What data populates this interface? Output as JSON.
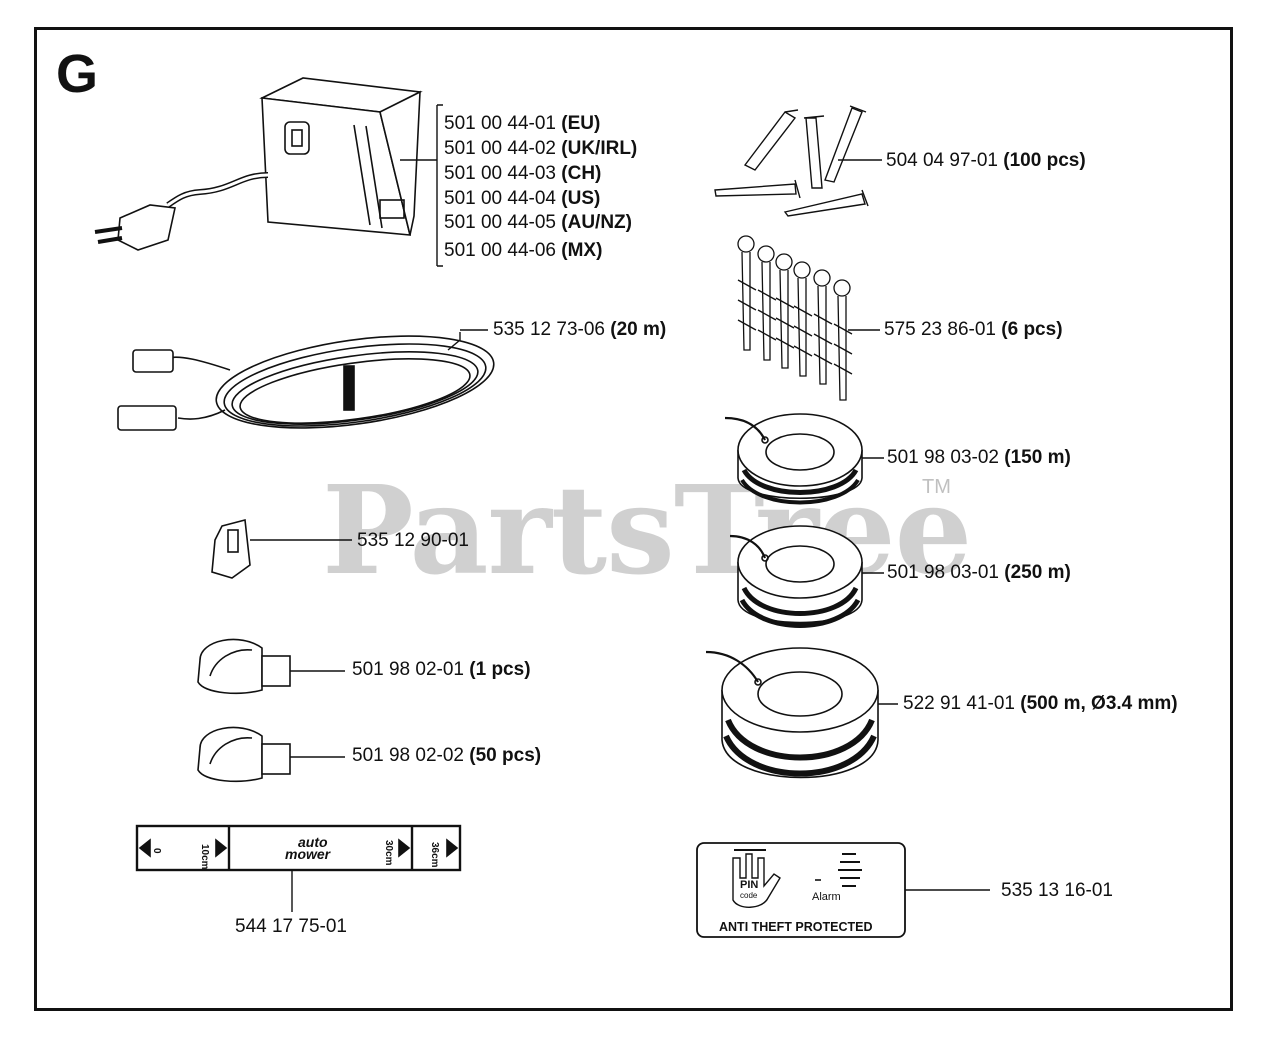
{
  "section_letter": "G",
  "watermark": {
    "text": "PartsTree",
    "tm": "TM"
  },
  "parts": {
    "power_supply": [
      {
        "number": "501 00 44-01",
        "note": "(EU)"
      },
      {
        "number": "501 00 44-02",
        "note": "(UK/IRL)"
      },
      {
        "number": "501 00 44-03",
        "note": "(CH)"
      },
      {
        "number": "501 00 44-04",
        "note": "(US)"
      },
      {
        "number": "501 00 44-05",
        "note": "(AU/NZ)"
      },
      {
        "number": "501 00 44-06",
        "note": "(MX)"
      }
    ],
    "low_voltage_cable": {
      "number": "535 12 73-06",
      "note": "(20 m)"
    },
    "connector": {
      "number": "535 12 90-01",
      "note": ""
    },
    "coupler_1": {
      "number": "501 98 02-01",
      "note": "(1 pcs)"
    },
    "coupler_50": {
      "number": "501 98 02-02",
      "note": "(50 pcs)"
    },
    "measure_ruler": {
      "number": "544 17 75-01",
      "note": ""
    },
    "pegs": {
      "number": "504 04 97-01",
      "note": "(100 pcs)"
    },
    "screws": {
      "number": "575 23 86-01",
      "note": "(6 pcs)"
    },
    "wire_150": {
      "number": "501 98 03-02",
      "note": "(150 m)"
    },
    "wire_250": {
      "number": "501 98 03-01",
      "note": "(250 m)"
    },
    "wire_500": {
      "number": "522 91 41-01",
      "note": "(500 m, Ø3.4 mm)"
    },
    "theft_sticker": {
      "number": "535 13 16-01",
      "note": ""
    }
  },
  "ruler_text": {
    "left_mark": "0",
    "mark_10": "10cm",
    "brand_1": "auto",
    "brand_2": "mower",
    "mark_30": "30cm",
    "mark_36": "36cm"
  },
  "sticker_text": {
    "pin": "PIN",
    "code": "code",
    "alarm": "Alarm",
    "caption": "ANTI THEFT PROTECTED"
  }
}
